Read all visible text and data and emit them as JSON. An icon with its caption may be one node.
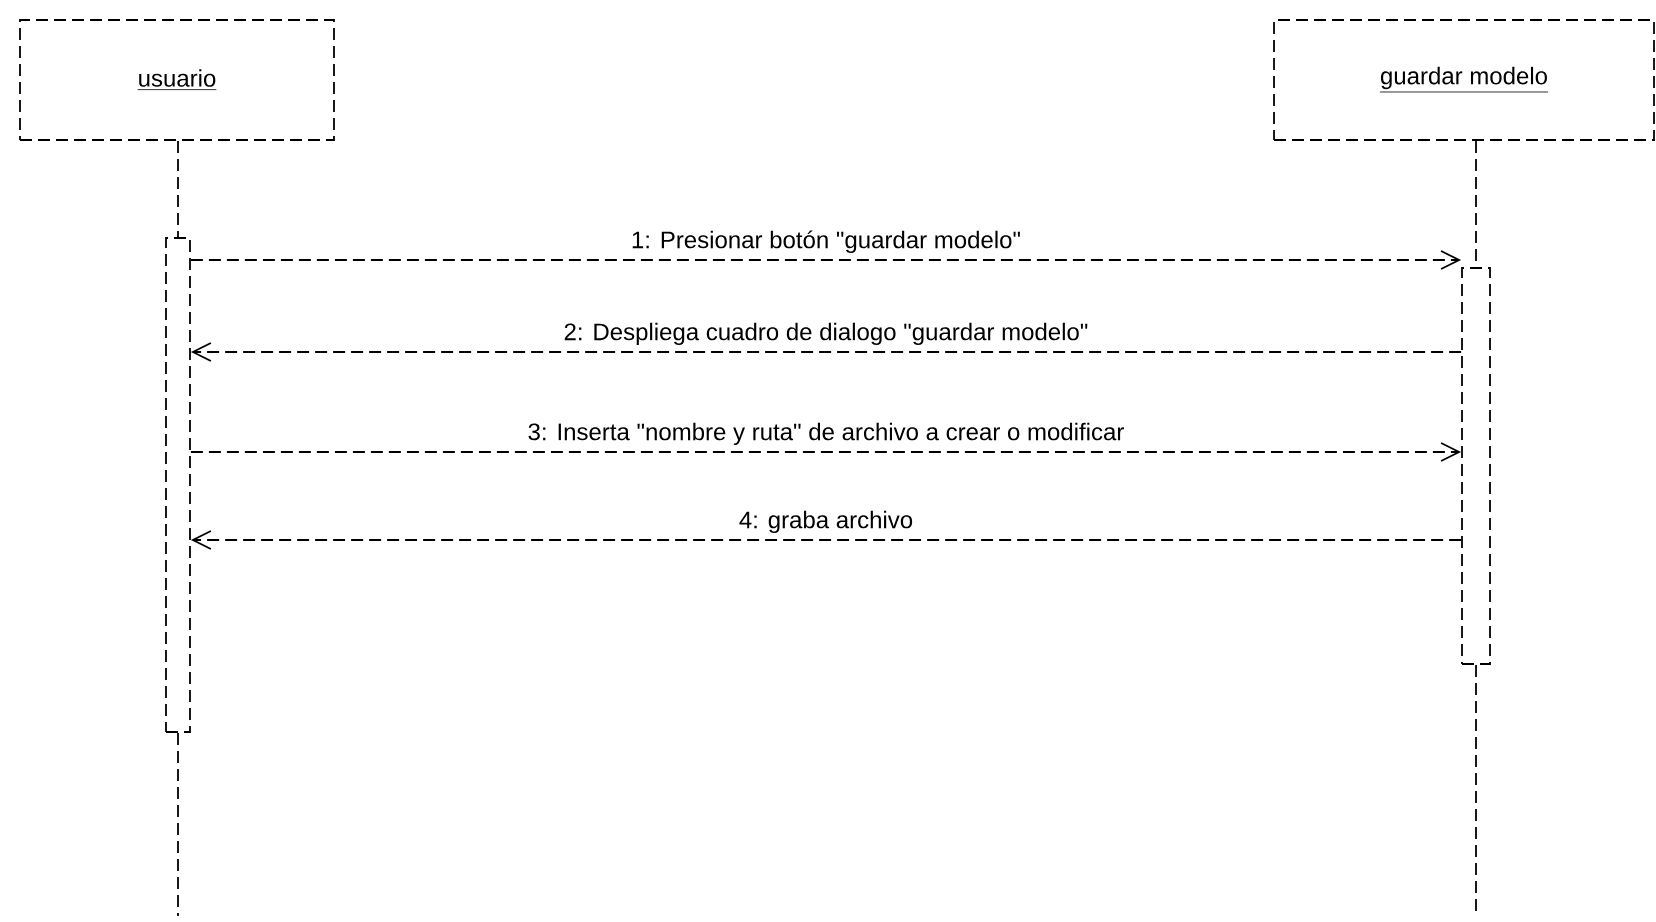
{
  "diagram": {
    "nodes": [
      {
        "text": [
          "usuario"
        ]
      },
      {
        "text": [
          "guardar modelo"
        ]
      },
      {
        "text": [],
        "shape": "bar"
      },
      {
        "text": [],
        "shape": "bar"
      }
    ],
    "edges": [
      {
        "from": 0,
        "to": 2,
        "arrow": "none",
        "style": "dashed"
      },
      {
        "from": 1,
        "to": 3,
        "arrow": "none",
        "style": "dashed"
      },
      {
        "from": 2,
        "to": 3,
        "arrow": "to",
        "style": "dashed",
        "label": "1: Presionar botón \"guardar modelo\""
      },
      {
        "from": 3,
        "to": 2,
        "arrow": "to",
        "style": "dashed",
        "label": "2: Despliega cuadro de dialogo \"guardar modelo\""
      },
      {
        "from": 2,
        "to": 3,
        "arrow": "to",
        "style": "dashed",
        "label": "3: Inserta \"nombre y ruta\" de archivo a crear o modificar"
      },
      {
        "from": 3,
        "to": 2,
        "arrow": "to",
        "style": "dashed",
        "label": "4: graba archivo"
      }
    ]
  }
}
